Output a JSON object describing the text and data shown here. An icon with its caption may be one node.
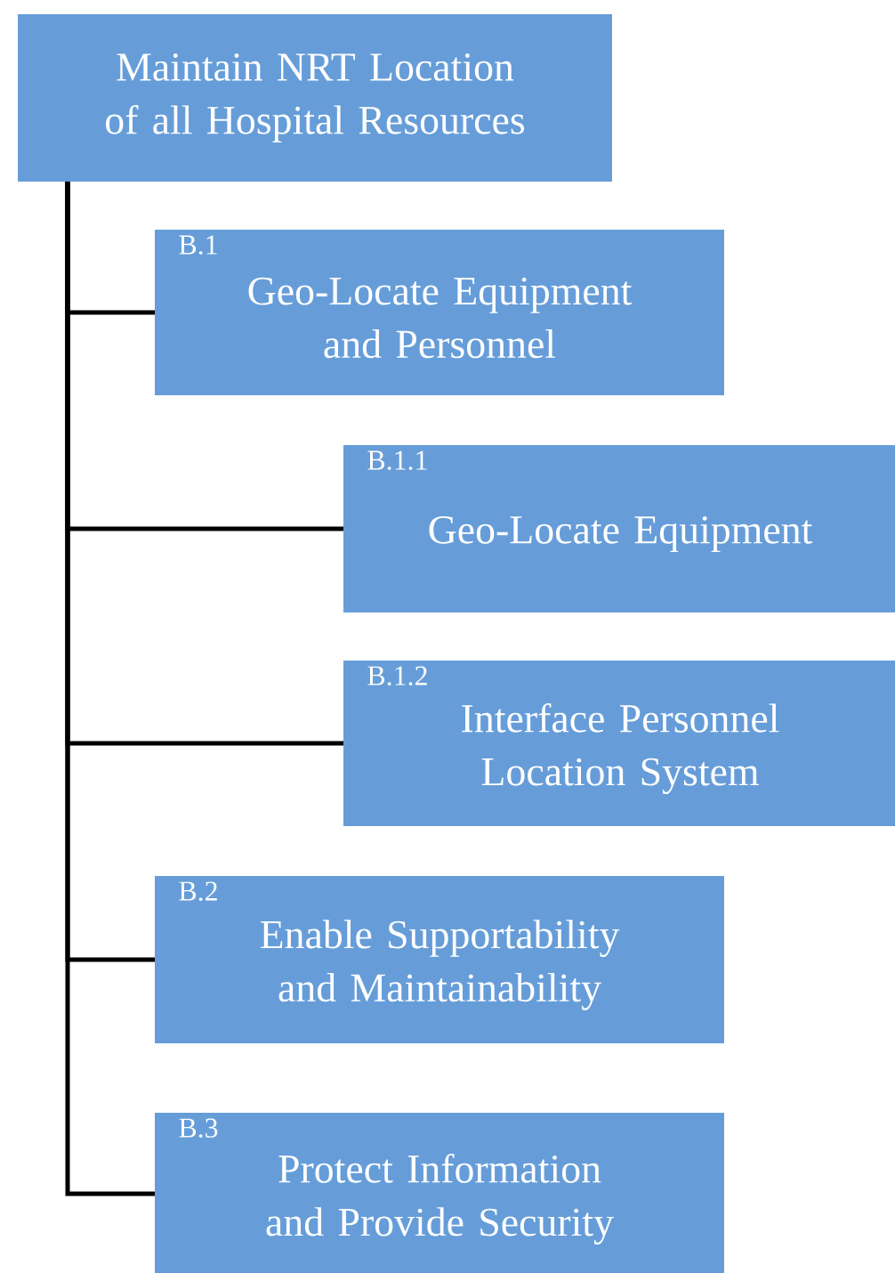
{
  "diagram": {
    "nodes": [
      {
        "text": [
          "Maintain NRT Location of all Hospital Resources"
        ]
      },
      {
        "text": [
          "B.1",
          "Geo-Locate Equipment and Personnel"
        ]
      },
      {
        "text": [
          "B.1.1",
          "Geo-Locate Equipment"
        ]
      },
      {
        "text": [
          "B.1.2",
          "Interface Personnel Location System"
        ]
      },
      {
        "text": [
          "B.2",
          "Enable Supportability and Maintainability"
        ]
      },
      {
        "text": [
          "B.3",
          "Protect Information and Provide Security"
        ]
      }
    ],
    "edges": [
      {
        "from": 0,
        "to": 1,
        "arrow": "none"
      },
      {
        "from": 0,
        "to": 2,
        "arrow": "none"
      },
      {
        "from": 0,
        "to": 3,
        "arrow": "none"
      },
      {
        "from": 0,
        "to": 4,
        "arrow": "none"
      },
      {
        "from": 0,
        "to": 5,
        "arrow": "none"
      }
    ]
  }
}
